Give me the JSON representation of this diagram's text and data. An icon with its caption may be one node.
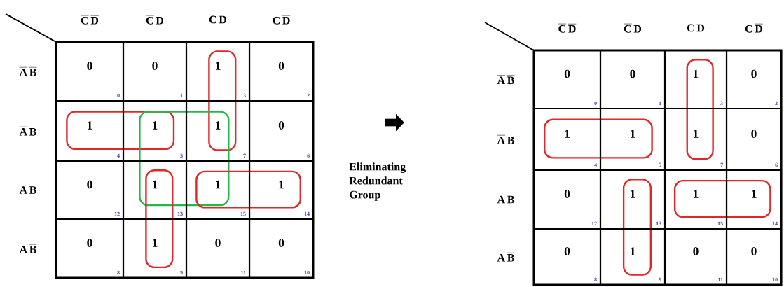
{
  "diagram": {
    "nodes": [
      {
        "text": [],
        "shape": "box"
      },
      {
        "text": [
          "0",
          "0"
        ],
        "in": 0
      },
      {
        "text": [
          "0",
          "1"
        ],
        "in": 0
      },
      {
        "text": [
          "1",
          "3"
        ],
        "in": 0
      },
      {
        "text": [
          "0",
          "2"
        ],
        "in": 0
      },
      {
        "text": [
          "1",
          "4"
        ],
        "in": 0
      },
      {
        "text": [
          "1",
          "5"
        ],
        "in": 0
      },
      {
        "text": [
          "1",
          "7"
        ],
        "in": 0
      },
      {
        "text": [
          "0",
          "6"
        ],
        "in": 0
      },
      {
        "text": [
          "0",
          "12"
        ],
        "in": 0
      },
      {
        "text": [
          "1",
          "13"
        ],
        "in": 0
      },
      {
        "text": [
          "1",
          "15"
        ],
        "in": 0
      },
      {
        "text": [
          "1",
          "14"
        ],
        "in": 0
      },
      {
        "text": [
          "0",
          "8"
        ],
        "in": 0
      },
      {
        "text": [
          "1",
          "9"
        ],
        "in": 0
      },
      {
        "text": [
          "0",
          "11"
        ],
        "in": 0
      },
      {
        "text": [
          "0",
          "10"
        ],
        "in": 0
      },
      {
        "text": [],
        "shape": "box"
      },
      {
        "text": [
          "0",
          "0"
        ],
        "in": 17
      },
      {
        "text": [
          "0",
          "1"
        ],
        "in": 17
      },
      {
        "text": [
          "1",
          "3"
        ],
        "in": 17
      },
      {
        "text": [
          "0",
          "2"
        ],
        "in": 17
      },
      {
        "text": [
          "1",
          "4"
        ],
        "in": 17
      },
      {
        "text": [
          "1",
          "5"
        ],
        "in": 17
      },
      {
        "text": [
          "1",
          "7"
        ],
        "in": 17
      },
      {
        "text": [
          "0",
          "6"
        ],
        "in": 17
      },
      {
        "text": [
          "0",
          "12"
        ],
        "in": 17
      },
      {
        "text": [
          "1",
          "13"
        ],
        "in": 17
      },
      {
        "text": [
          "1",
          "15"
        ],
        "in": 17
      },
      {
        "text": [
          "1",
          "14"
        ],
        "in": 17
      },
      {
        "text": [
          "0",
          "8"
        ],
        "in": 17
      },
      {
        "text": [
          "1",
          "9"
        ],
        "in": 17
      },
      {
        "text": [
          "0",
          "11"
        ],
        "in": 17
      },
      {
        "text": [
          "0",
          "10"
        ],
        "in": 17
      }
    ],
    "labels": [
      "\\mathbf{\\overline{C}\\,\\overline{D}}",
      "\\mathbf{\\overline{C}\\,D}",
      "\\mathbf{C\\,D}",
      "\\mathbf{C\\,\\overline{D}}",
      "\\mathbf{\\overline{A}\\,\\overline{B}}",
      "\\mathbf{\\overline{A}\\,B}",
      "\\mathbf{A\\,B}",
      "\\mathbf{A\\,\\overline{B}}",
      "\\mathbf{\\overline{C}\\,\\overline{D}}",
      "\\mathbf{\\overline{C}\\,D}",
      "\\mathbf{C\\,D}",
      "\\mathbf{C\\,\\overline{D}}",
      "\\mathbf{\\overline{A}\\,\\overline{B}}",
      "\\mathbf{\\overline{A}\\,B}",
      "\\mathbf{A\\,B}",
      "\\mathbf{A\\,\\overline{B}}",
      "Eliminating Redundant Group"
    ]
  }
}
